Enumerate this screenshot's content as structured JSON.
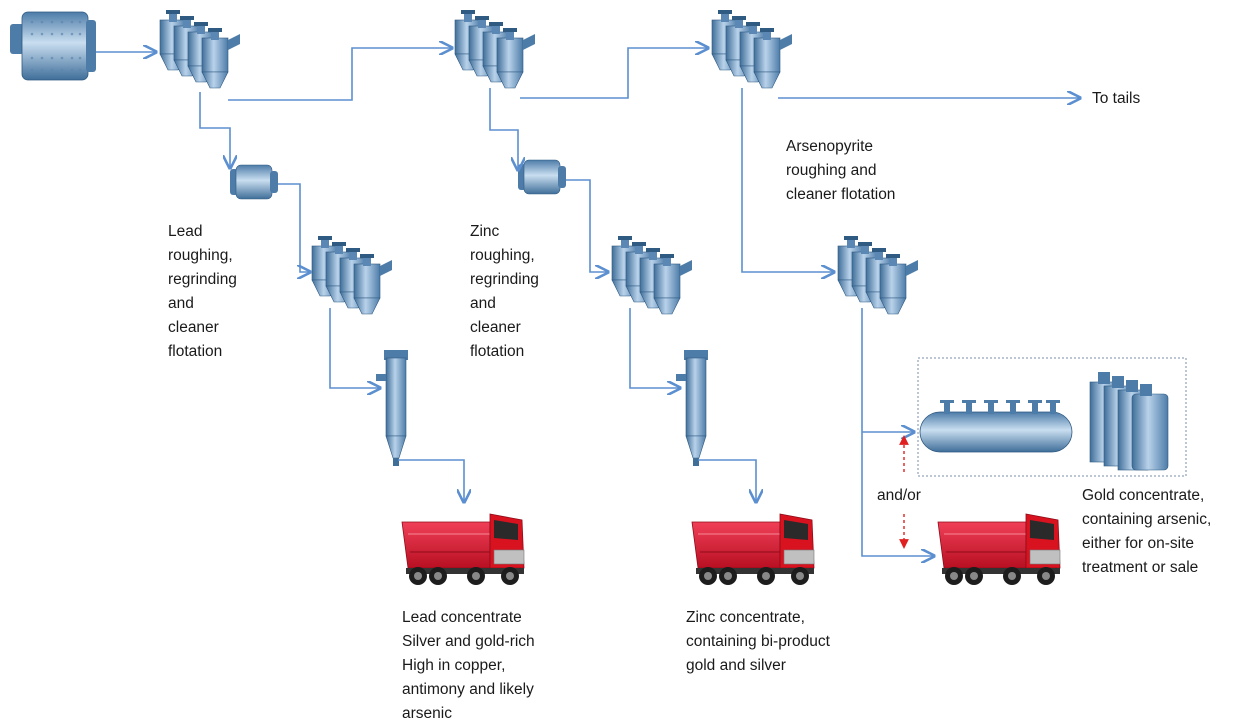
{
  "labels": {
    "to_tails": "To tails",
    "arsenopyrite": "Arsenopyrite\nroughing and\ncleaner flotation",
    "lead_process": "Lead\nroughing,\nregrinding\nand\ncleaner\nflotation",
    "zinc_process": "Zinc\nroughing,\nregrinding\nand\ncleaner\nflotation",
    "and_or": "and/or",
    "gold_concentrate": "Gold concentrate,\ncontaining arsenic,\neither for on-site\ntreatment or sale",
    "lead_concentrate": "Lead concentrate\nSilver and gold-rich\nHigh in copper,\nantimony and likely\narsenic",
    "zinc_concentrate": "Zinc concentrate,\ncontaining bi-product\ngold and silver"
  },
  "colors": {
    "flow_line": "#5b8fd0",
    "equipment": "#7aa3c9",
    "equipment_dark": "#3f6e99",
    "truck_body": "#e0192f",
    "dashed_arrow": "#e02020"
  },
  "icons": [
    "grinding-mill-icon",
    "flotation-cells-icon",
    "regrind-mill-icon",
    "thickener-cyclone-icon",
    "dump-truck-icon",
    "leach-tank-icon"
  ]
}
